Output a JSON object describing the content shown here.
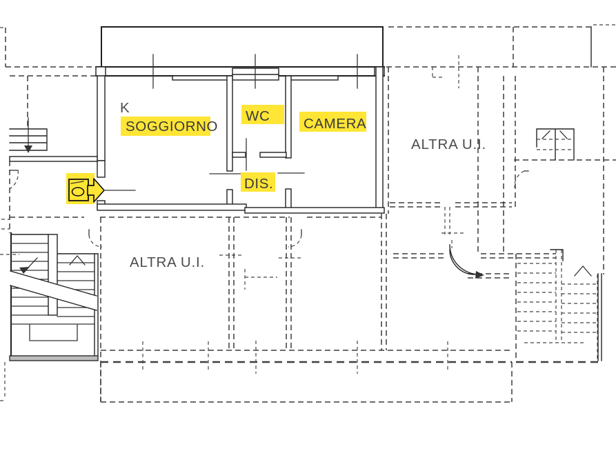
{
  "page": {
    "type": "architectural floor plan (planimetria catastale)",
    "background": "#ffffff"
  },
  "colors": {
    "wall_line": "#1f1f1f",
    "dashed_line": "#3a3a3a",
    "highlight": "#ffe535",
    "label_text": "#3a3a3a",
    "muted_label_text": "#4c4c4c",
    "stair_base_fill": "#bdbdbd"
  },
  "labels": {
    "kitchen": "K",
    "living_room": "SOGGIORNO",
    "wc": "WC",
    "bedroom": "CAMERA",
    "hallway": "DIS.",
    "other_unit_right": "ALTRA U.I.",
    "other_unit_left": "ALTRA U.I."
  },
  "icons": {
    "entrance_arrow": "solid right-pointing arrow with highlighted door plate",
    "stairs_down_arrow": "arrow pointing down the flight",
    "stairs_up_chevron": "chevron pointing up the flight",
    "door_swing": "quarter-arc door swing symbol",
    "window_tick": "perpendicular tick across wall"
  }
}
